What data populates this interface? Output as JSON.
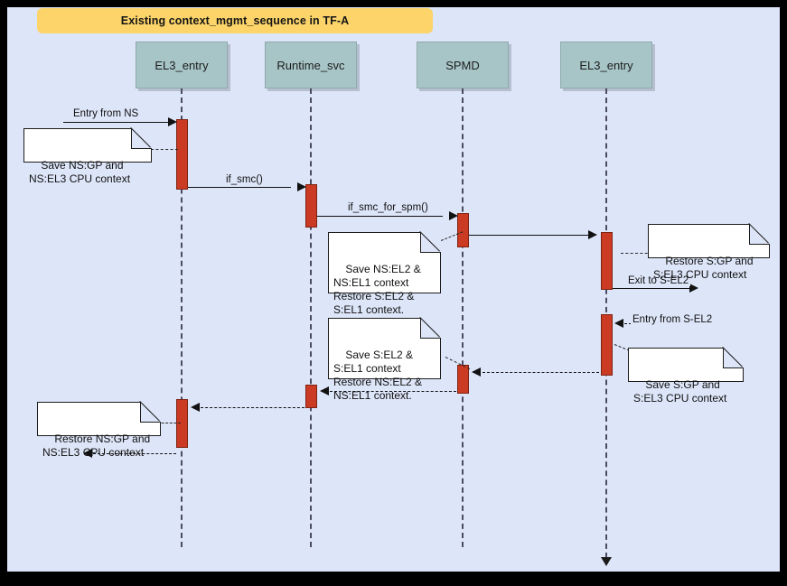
{
  "diagram": {
    "type": "uml-sequence-diagram",
    "title": "Existing context_mgmt_sequence in TF-A",
    "background_color": "#dde5f8",
    "title_banner_color": "#fcd469",
    "lifeline_box_color": "#a7c5c7",
    "activation_bar_color": "#cb3a22",
    "participants": [
      {
        "id": "el3_entry_ns",
        "label": "EL3_entry"
      },
      {
        "id": "runtime_svc",
        "label": "Runtime_svc"
      },
      {
        "id": "spmd",
        "label": "SPMD"
      },
      {
        "id": "el3_entry_s",
        "label": "EL3_entry"
      }
    ],
    "messages": [
      {
        "id": "m1",
        "label": "Entry from NS",
        "from": "external-left",
        "to": "el3_entry_ns",
        "style": "solid",
        "direction": "right"
      },
      {
        "id": "m2",
        "label": "if_smc()",
        "from": "el3_entry_ns",
        "to": "runtime_svc",
        "style": "solid",
        "direction": "right"
      },
      {
        "id": "m3",
        "label": "if_smc_for_spm()",
        "from": "runtime_svc",
        "to": "spmd",
        "style": "solid",
        "direction": "right"
      },
      {
        "id": "m4",
        "label": "",
        "from": "spmd",
        "to": "el3_entry_s",
        "style": "solid",
        "direction": "right"
      },
      {
        "id": "m5",
        "label": "Exit to S-EL2",
        "from": "el3_entry_s",
        "to": "external-right",
        "style": "solid",
        "direction": "right"
      },
      {
        "id": "m6",
        "label": "Entry from S-EL2",
        "from": "external-right",
        "to": "el3_entry_s",
        "style": "dashed",
        "direction": "left"
      },
      {
        "id": "m7",
        "label": "",
        "from": "el3_entry_s",
        "to": "spmd",
        "style": "dashed",
        "direction": "left"
      },
      {
        "id": "m8",
        "label": "",
        "from": "spmd",
        "to": "runtime_svc",
        "style": "dashed",
        "direction": "left"
      },
      {
        "id": "m9",
        "label": "",
        "from": "runtime_svc",
        "to": "el3_entry_ns",
        "style": "dashed",
        "direction": "left"
      },
      {
        "id": "m10",
        "label": "",
        "from": "el3_entry_ns",
        "to": "external-left",
        "style": "dashed",
        "direction": "left"
      }
    ],
    "notes": [
      {
        "id": "note1",
        "attached_to": "el3_entry_ns",
        "lines": [
          "Save NS:GP and",
          "NS:EL3 CPU context"
        ],
        "text": "Save NS:GP and\nNS:EL3 CPU context"
      },
      {
        "id": "note2",
        "attached_to": "spmd",
        "lines": [
          "Save NS:EL2 &",
          "NS:EL1 context",
          "Restore S:EL2 &",
          "S:EL1 context."
        ],
        "text": "Save NS:EL2 &\nNS:EL1 context\nRestore S:EL2 &\nS:EL1 context."
      },
      {
        "id": "note3",
        "attached_to": "el3_entry_s",
        "lines": [
          "Restore S:GP and",
          "S:EL3 CPU context"
        ],
        "text": "Restore S:GP and\nS:EL3 CPU context"
      },
      {
        "id": "note4",
        "attached_to": "spmd",
        "lines": [
          "Save S:EL2 &",
          "S:EL1 context",
          "Restore NS:EL2 &",
          "NS:EL1 context."
        ],
        "text": "Save S:EL2 &\nS:EL1 context\nRestore NS:EL2 &\nNS:EL1 context."
      },
      {
        "id": "note5",
        "attached_to": "el3_entry_s",
        "lines": [
          "Save S:GP and",
          "S:EL3 CPU context"
        ],
        "text": "Save S:GP and\nS:EL3 CPU context"
      },
      {
        "id": "note6",
        "attached_to": "el3_entry_ns",
        "lines": [
          "Restore NS:GP and",
          "NS:EL3 CPU context"
        ],
        "text": "Restore NS:GP and\nNS:EL3 CPU context"
      }
    ]
  }
}
